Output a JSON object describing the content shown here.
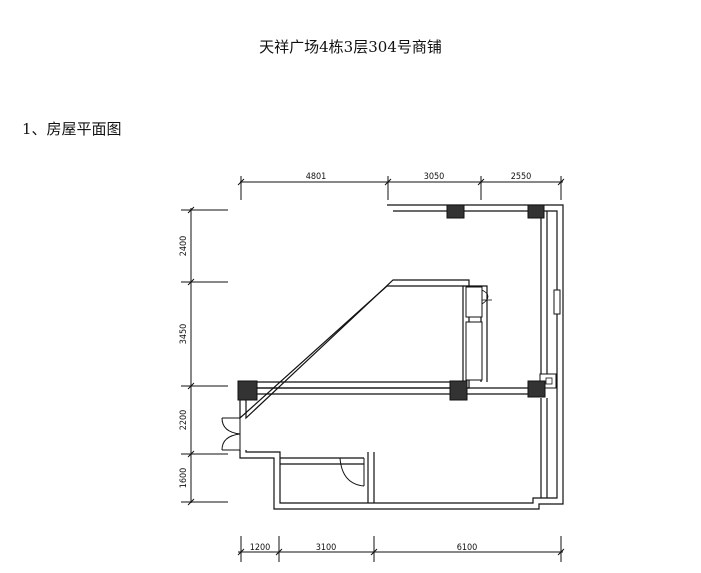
{
  "title": "天祥广场4栋3层304号商铺",
  "section": "1、房屋平面图",
  "dims": {
    "top": [
      "4801",
      "3050",
      "2550"
    ],
    "left": [
      "2400",
      "3450",
      "2200",
      "1600"
    ],
    "bottom": [
      "1200",
      "3100",
      "6100"
    ]
  }
}
